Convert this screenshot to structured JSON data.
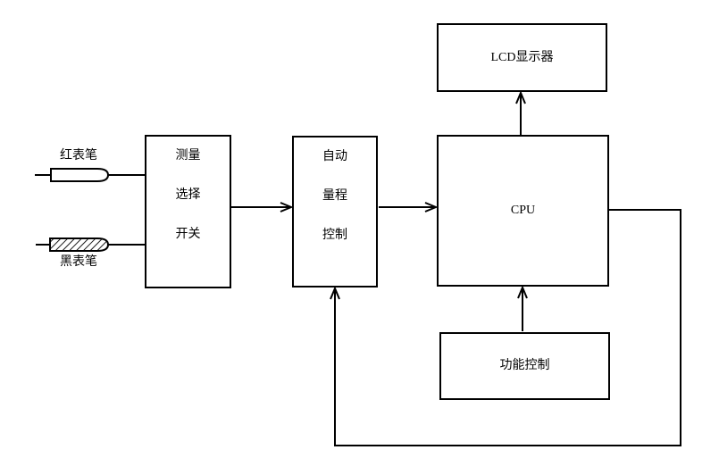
{
  "diagram": {
    "background_color": "#ffffff",
    "line_color": "#000000",
    "probes": {
      "red": {
        "label": "红表笔"
      },
      "black": {
        "label": "黑表笔"
      }
    },
    "boxes": {
      "measure_switch": {
        "lines": [
          "测量",
          "选择",
          "开关"
        ]
      },
      "auto_range": {
        "lines": [
          "自动",
          "量程",
          "控制"
        ]
      },
      "cpu": {
        "label": "CPU"
      },
      "lcd_display": {
        "label": "LCD显示器"
      },
      "function_control": {
        "label": "功能控制"
      }
    }
  }
}
